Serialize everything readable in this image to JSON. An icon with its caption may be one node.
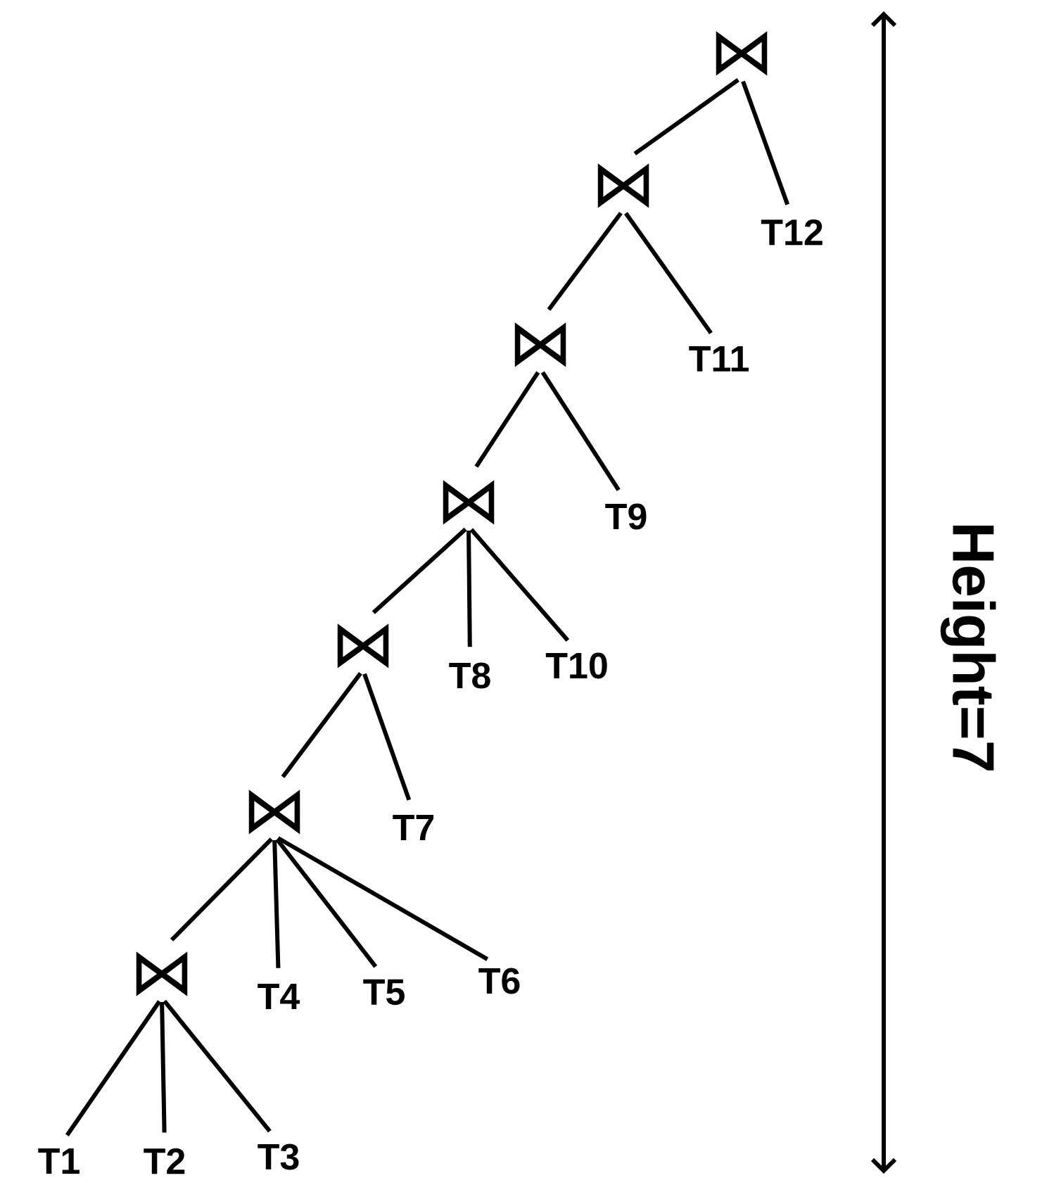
{
  "diagram": {
    "nodes": [
      {
        "text": [
          "⋈"
        ]
      },
      {
        "text": [
          "⋈"
        ]
      },
      {
        "text": [
          "T12"
        ]
      },
      {
        "text": [
          "⋈"
        ]
      },
      {
        "text": [
          "T11"
        ]
      },
      {
        "text": [
          "⋈"
        ]
      },
      {
        "text": [
          "T9"
        ]
      },
      {
        "text": [
          "⋈"
        ]
      },
      {
        "text": [
          "T8"
        ]
      },
      {
        "text": [
          "T10"
        ]
      },
      {
        "text": [
          "⋈"
        ]
      },
      {
        "text": [
          "T7"
        ]
      },
      {
        "text": [
          "⋈"
        ]
      },
      {
        "text": [
          "T4"
        ]
      },
      {
        "text": [
          "T5"
        ]
      },
      {
        "text": [
          "T6"
        ]
      },
      {
        "text": [
          "T1"
        ]
      },
      {
        "text": [
          "T2"
        ]
      },
      {
        "text": [
          "T3"
        ]
      }
    ],
    "edges": [
      {
        "from": 0,
        "to": 1,
        "arrow": "none"
      },
      {
        "from": 0,
        "to": 2,
        "arrow": "none"
      },
      {
        "from": 1,
        "to": 3,
        "arrow": "none"
      },
      {
        "from": 1,
        "to": 4,
        "arrow": "none"
      },
      {
        "from": 3,
        "to": 5,
        "arrow": "none"
      },
      {
        "from": 3,
        "to": 6,
        "arrow": "none"
      },
      {
        "from": 5,
        "to": 7,
        "arrow": "none"
      },
      {
        "from": 5,
        "to": 8,
        "arrow": "none"
      },
      {
        "from": 5,
        "to": 9,
        "arrow": "none"
      },
      {
        "from": 7,
        "to": 10,
        "arrow": "none"
      },
      {
        "from": 7,
        "to": 11,
        "arrow": "none"
      },
      {
        "from": 10,
        "to": 12,
        "arrow": "none"
      },
      {
        "from": 10,
        "to": 13,
        "arrow": "none"
      },
      {
        "from": 10,
        "to": 14,
        "arrow": "none"
      },
      {
        "from": 10,
        "to": 15,
        "arrow": "none"
      },
      {
        "from": 12,
        "to": 16,
        "arrow": "none"
      },
      {
        "from": 12,
        "to": 17,
        "arrow": "none"
      },
      {
        "from": 12,
        "to": 18,
        "arrow": "none"
      }
    ],
    "labels": [
      "Height=7"
    ]
  }
}
